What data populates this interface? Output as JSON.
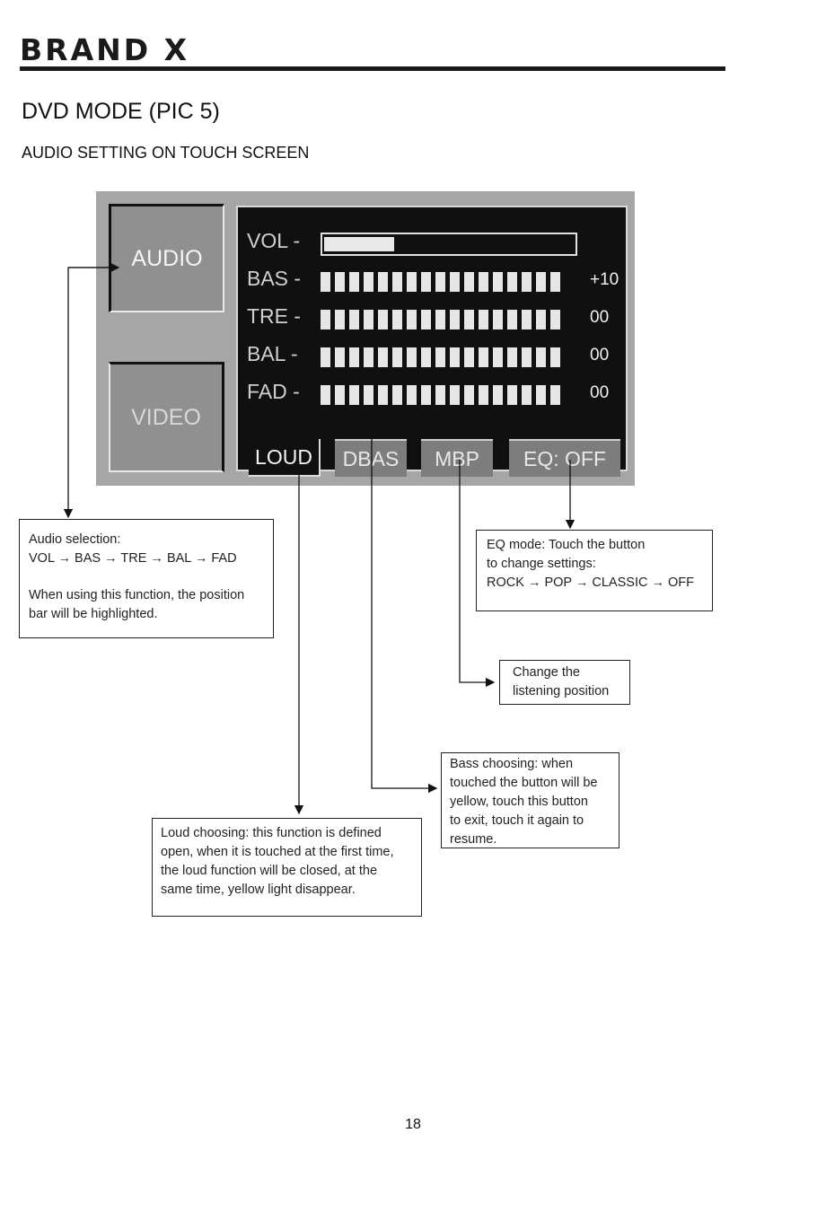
{
  "header": {
    "brand": "BRAND X",
    "title": "DVD MODE (PIC 5)",
    "subtitle": "AUDIO SETTING ON TOUCH SCREEN"
  },
  "screen": {
    "audio_label": "AUDIO",
    "video_label": "VIDEO",
    "vol_label": "VOL -",
    "vol_level": 0.28,
    "rows": [
      {
        "label": "BAS -",
        "value": "+10"
      },
      {
        "label": "TRE -",
        "value": "00"
      },
      {
        "label": "BAL -",
        "value": "00"
      },
      {
        "label": "FAD -",
        "value": "00"
      }
    ],
    "buttons": {
      "loud": "LOUD",
      "dbas": "DBAS",
      "mbp": "MBP",
      "eq": "EQ: OFF"
    }
  },
  "notes": {
    "audio_sel": {
      "line1": "Audio selection:",
      "sequence": [
        "VOL",
        "BAS",
        "TRE",
        "BAL",
        "FAD"
      ],
      "line3": "When using this function, the position",
      "line4": "bar will be highlighted."
    },
    "eq": {
      "line1": "EQ mode: Touch the button",
      "line2": "to change settings:",
      "sequence": [
        "ROCK",
        "POP",
        "CLASSIC",
        "OFF"
      ]
    },
    "mbp": {
      "line1": "Change the",
      "line2": "listening position"
    },
    "bass": {
      "line1": "Bass choosing: when",
      "line2": "touched the button will be",
      "line3": "yellow, touch this button",
      "line4": "to exit, touch it again to",
      "line5": "resume."
    },
    "loud": {
      "line1": "Loud choosing: this function is defined",
      "line2": "open, when it is touched at the first time,",
      "line3": "the loud function will be closed, at the",
      "line4": "same time, yellow light disappear."
    }
  },
  "page_number": "18"
}
